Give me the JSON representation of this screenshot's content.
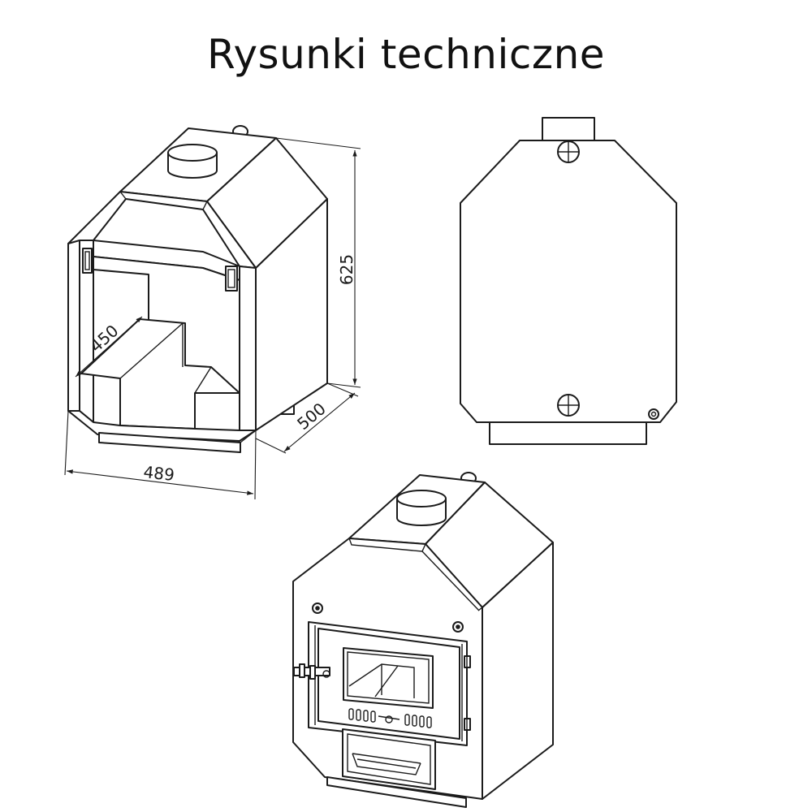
{
  "title": "Rysunki techniczne",
  "dimensions": {
    "height": "625",
    "depth": "500",
    "width": "489",
    "chamber_depth": "450"
  }
}
